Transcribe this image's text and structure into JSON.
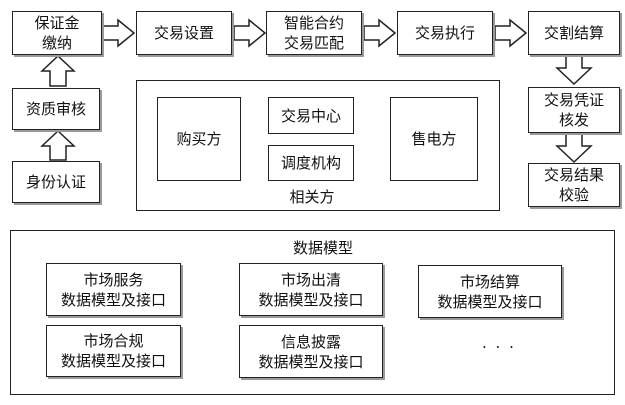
{
  "flow": {
    "margin_deposit": [
      "保证金",
      "缴纳"
    ],
    "trade_setup": "交易设置",
    "smart_match": [
      "智能合约",
      "交易匹配"
    ],
    "trade_execution": "交易执行",
    "trade_settlement": "交割结算",
    "voucher_issue": [
      "交易凭证",
      "核发"
    ],
    "result_verify": [
      "交易结果",
      "校验"
    ],
    "qualification_review": "资质审核",
    "identity_auth": "身份认证"
  },
  "related_parties": {
    "label": "相关方",
    "buyer": "购买方",
    "trading_center": "交易中心",
    "dispatch_agency": "调度机构",
    "seller": "售电方"
  },
  "data_model": {
    "title": "数据模型",
    "items": [
      [
        "市场服务",
        "数据模型及接口"
      ],
      [
        "市场出清",
        "数据模型及接口"
      ],
      [
        "市场结算",
        "数据模型及接口"
      ],
      [
        "市场合规",
        "数据模型及接口"
      ],
      [
        "信息披露",
        "数据模型及接口"
      ]
    ],
    "ellipsis": "· · ·"
  }
}
